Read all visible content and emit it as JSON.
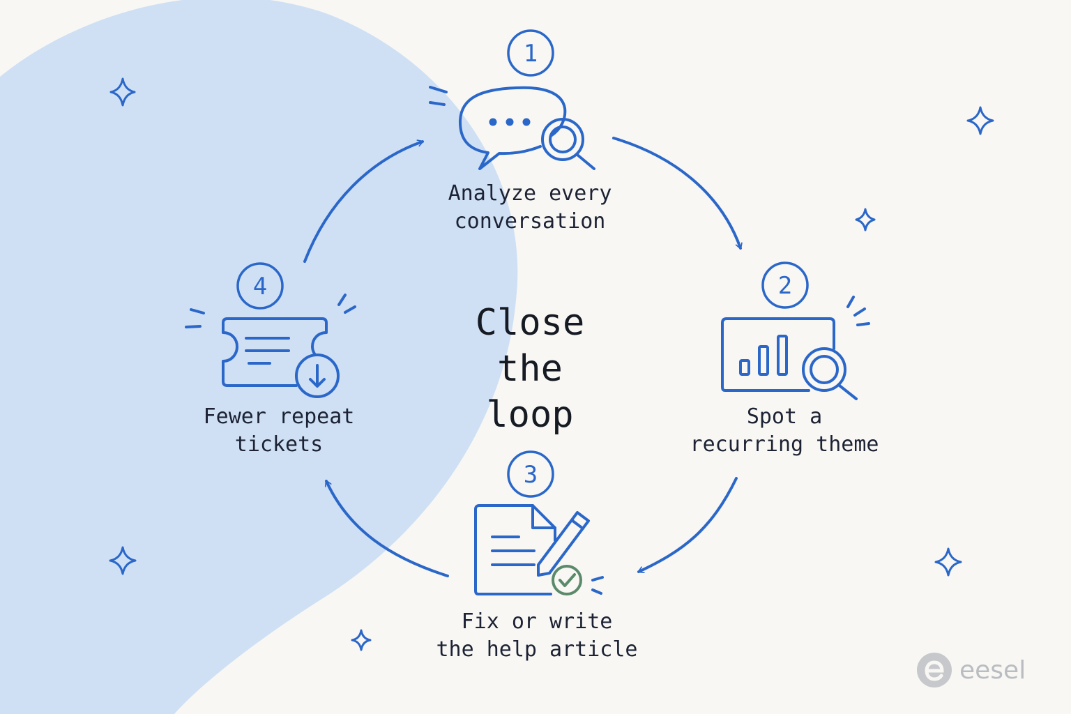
{
  "center": {
    "line1": "Close",
    "line2": "the loop"
  },
  "steps": [
    {
      "number": "1",
      "line1": "Analyze every",
      "line2": "conversation",
      "icon": "chat-search-icon"
    },
    {
      "number": "2",
      "line1": "Spot a",
      "line2": "recurring theme",
      "icon": "chart-search-icon"
    },
    {
      "number": "3",
      "line1": "Fix or write",
      "line2": "the help article",
      "icon": "document-pencil-icon"
    },
    {
      "number": "4",
      "line1": "Fewer repeat",
      "line2": "tickets",
      "icon": "ticket-download-icon"
    }
  ],
  "brand": {
    "name": "eesel"
  },
  "colors": {
    "accent": "#2a67c8",
    "blob": "#cfe0f5",
    "background": "#f8f7f4",
    "check": "#5b8a6a",
    "brand": "#b9bcc0"
  }
}
